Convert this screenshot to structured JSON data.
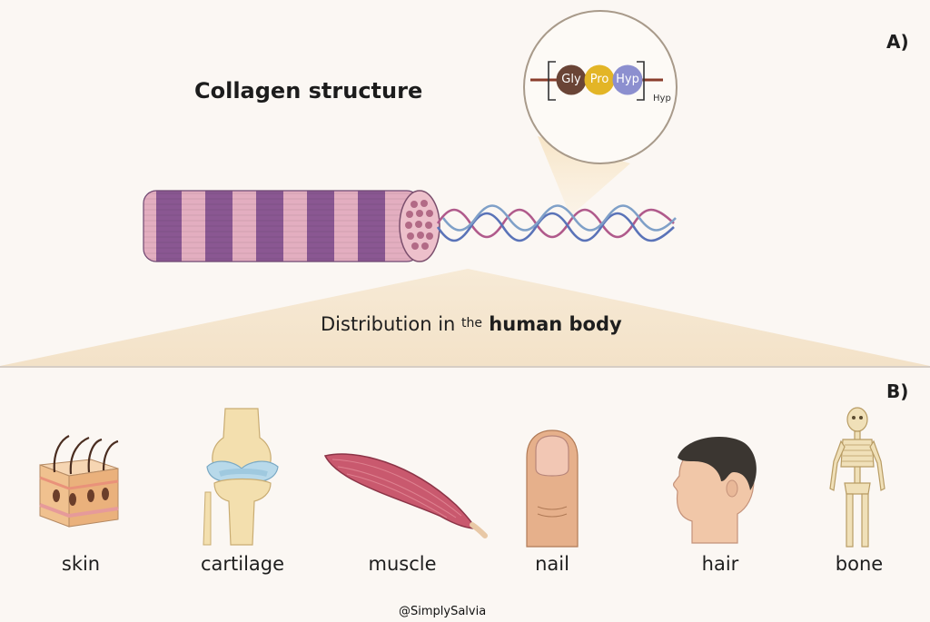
{
  "panel_a_label": "A)",
  "panel_b_label": "B)",
  "title": "Collagen structure",
  "inset": {
    "residues": [
      {
        "label": "Gly",
        "color": "#6a4436"
      },
      {
        "label": "Pro",
        "color": "#e3b526"
      },
      {
        "label": "Hyp",
        "color": "#8c8fcf"
      }
    ],
    "subscript": "Hyp"
  },
  "distribution": {
    "prefix": "Distribution in ",
    "small": "the",
    "bold": " human body"
  },
  "organs": [
    "skin",
    "cartilage",
    "muscle",
    "nail",
    "hair",
    "bone"
  ],
  "credit": "@SimplySalvia"
}
